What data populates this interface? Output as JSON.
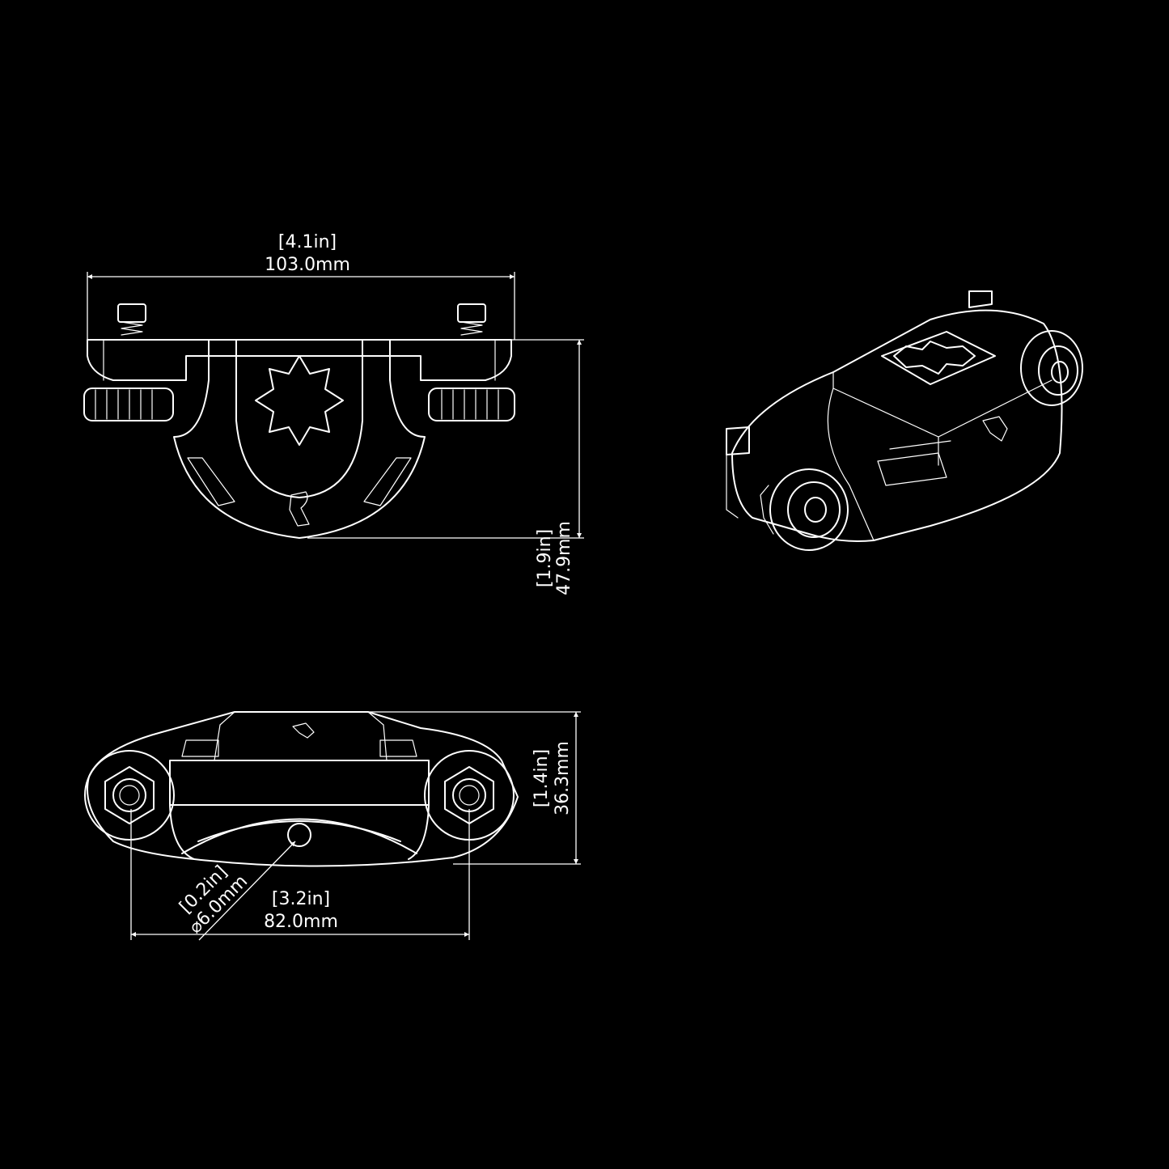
{
  "background_color": "#000000",
  "line_color": "#ffffff",
  "front_view": {
    "width_dimension": {
      "inch": "[4.1in]",
      "mm": "103.0mm"
    },
    "height_dimension": {
      "inch": "[1.9in]",
      "mm": "47.9mm"
    }
  },
  "bottom_view": {
    "height_dimension": {
      "inch": "[1.4in]",
      "mm": "36.3mm"
    },
    "hole_spacing_dimension": {
      "inch": "[3.2in]",
      "mm": "82.0mm"
    },
    "hole_diameter_dimension": {
      "inch": "[0.2in]",
      "mm": "⌀6.0mm"
    }
  }
}
